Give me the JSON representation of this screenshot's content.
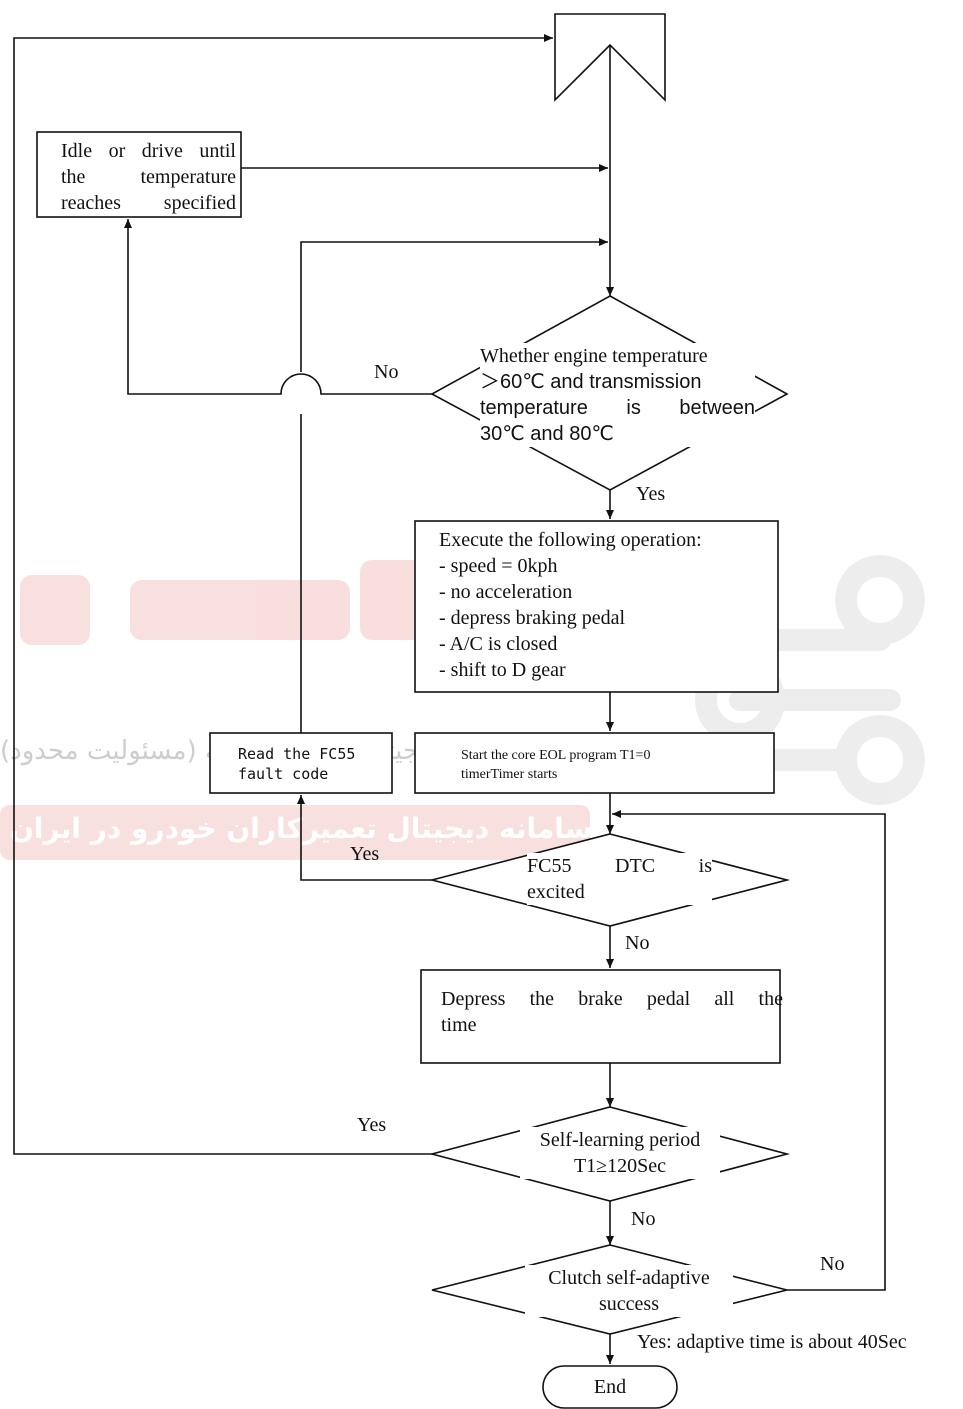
{
  "watermark": {
    "line1": "شرکت دیجیتال خودرو سامانه (مسئولیت محدود)",
    "line2": "اولین سامانه دیجیتال تعمیرکاران خودرو در ایران",
    "accent_color": "#d9534f"
  },
  "nodes": {
    "idle_box": {
      "lines": [
        "Idle or drive until",
        "the temperature",
        "reaches specified"
      ]
    },
    "temp_check": {
      "lines": [
        "Whether engine temperature",
        "＞60℃ and transmission",
        "temperature is between",
        "30℃ and 80℃"
      ]
    },
    "operation_box": {
      "lines": [
        "Execute the following operation:",
        "- speed = 0kph",
        "- no acceleration",
        "- depress braking pedal",
        "- A/C is closed",
        "- shift to D gear"
      ]
    },
    "read_fault_box": {
      "lines": [
        "Read the FC55",
        "fault code"
      ]
    },
    "start_eol_box": {
      "lines": [
        "Start the core EOL program T1=0",
        "timerTimer starts"
      ]
    },
    "fc55_check": {
      "lines": [
        "FC55 DTC is",
        "excited"
      ]
    },
    "depress_box": {
      "lines": [
        "Depress the brake pedal all the",
        "time"
      ]
    },
    "period_check": {
      "lines": [
        "Self-learning period",
        "T1≥120Sec"
      ]
    },
    "clutch_check": {
      "lines": [
        "Clutch self-adaptive",
        "success"
      ]
    },
    "end": {
      "label": "End"
    }
  },
  "edge_labels": {
    "temp_no": "No",
    "temp_yes": "Yes",
    "fc55_yes": "Yes",
    "fc55_no": "No",
    "period_yes": "Yes",
    "period_no": "No",
    "clutch_no": "No",
    "clutch_yes": "Yes: adaptive time is about 40Sec"
  }
}
